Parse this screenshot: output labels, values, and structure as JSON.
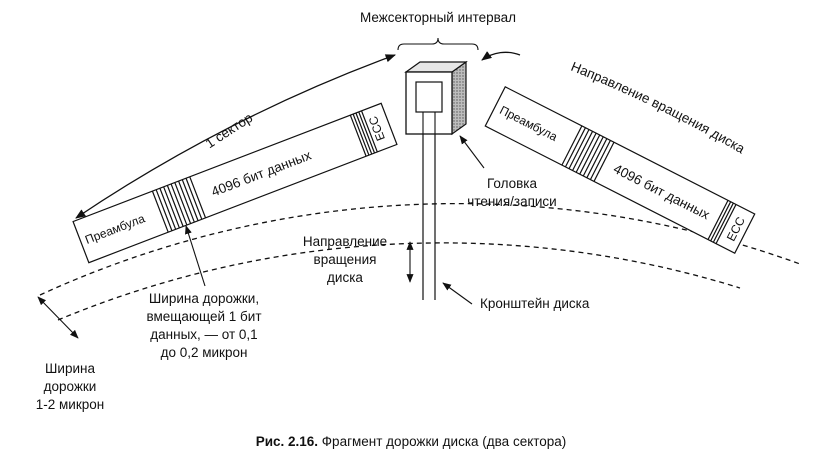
{
  "labels": {
    "intersector_gap": "Межсекторный интервал",
    "sector": "1 сектор",
    "rotation_top": "Направление вращения диска",
    "preamble_left": "Преамбула",
    "data_left": "4096 бит данных",
    "ecc_left": "ECC",
    "preamble_right": "Преамбула",
    "data_right": "4096 бит данных",
    "ecc_right": "ECC",
    "head_line1": "Головка",
    "head_line2": "чтения/записи",
    "rotation_mid_line1": "Направление",
    "rotation_mid_line2": "вращения",
    "rotation_mid_line3": "диска",
    "arm": "Кронштейн диска",
    "bit_width_line1": "Ширина дорожки,",
    "bit_width_line2": "вмещающей 1 бит",
    "bit_width_line3": "данных, — от 0,1",
    "bit_width_line4": "до 0,2 микрон",
    "track_width_line1": "Ширина",
    "track_width_line2": "дорожки",
    "track_width_line3": "1-2 микрон"
  },
  "caption": {
    "figure_number": "Рис. 2.16.",
    "text": "Фрагмент дорожки диска (два сектора)"
  }
}
